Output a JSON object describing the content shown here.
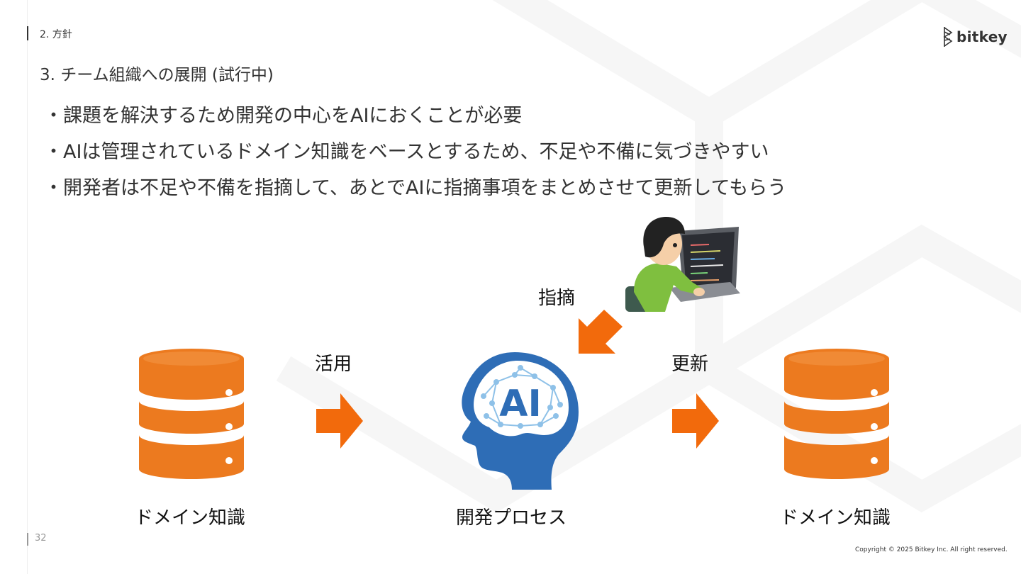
{
  "header": {
    "section_label": "2.  方針",
    "logo_text": "bitkey"
  },
  "subtitle": "3. チーム組織への展開 (試行中)",
  "bullets": [
    "・課題を解決するため開発の中心をAIにおくことが必要",
    "・AIは管理されているドメイン知識をベースとするため、不足や不備に気づきやすい",
    "・開発者は不足や不備を指摘して、あとでAIに指摘事項をまとめさせて更新してもらう"
  ],
  "diagram": {
    "left_db_label": "ドメイン知識",
    "arrow_left_label": "活用",
    "center_label": "開発プロセス",
    "ai_text": "AI",
    "feedback_label": "指摘",
    "arrow_right_label": "更新",
    "right_db_label": "ドメイン知識"
  },
  "footer": {
    "page_number": "32",
    "copyright": "Copyright © 2025 Bitkey Inc. All right reserved."
  },
  "colors": {
    "accent_orange": "#F26A0C",
    "db_orange": "#EC7A1F",
    "ai_blue": "#2E6DB6",
    "text": "#333333"
  },
  "icons": [
    "database-icon",
    "arrow-right-icon",
    "ai-head-icon",
    "developer-illustration",
    "arrow-down-left-icon",
    "bitkey-logo-icon"
  ]
}
